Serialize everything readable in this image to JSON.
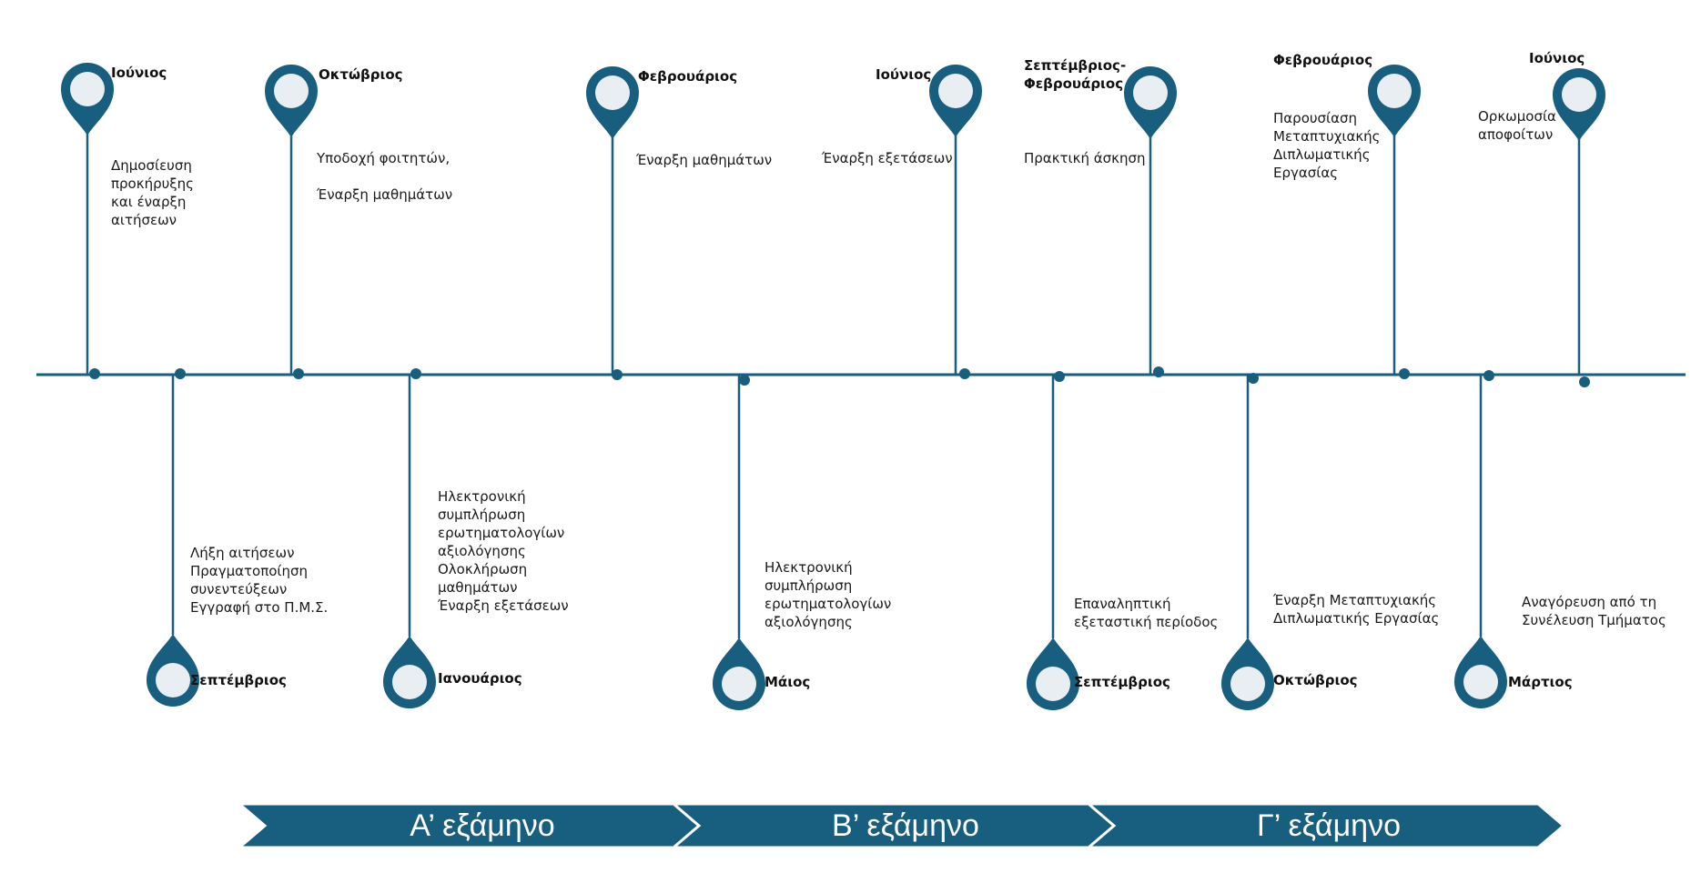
{
  "colors": {
    "accent": "#175e7f",
    "pin_inner": "#e8eef2",
    "background": "#ffffff"
  },
  "top_events": [
    {
      "month": "Ιούνιος",
      "lines": [
        "Δημοσίευση",
        "προκήρυξης",
        "και έναρξη",
        "αιτήσεων"
      ]
    },
    {
      "month": "Οκτώβριος",
      "lines": [
        "Υποδοχή φοιτητών,",
        "",
        "Έναρξη μαθημάτων"
      ]
    },
    {
      "month": "Φεβρουάριος",
      "lines": [
        "Έναρξη μαθημάτων"
      ]
    },
    {
      "month": "Ιούνιος",
      "lines": [
        "Έναρξη εξετάσεων"
      ]
    },
    {
      "month": "Σεπτέμβριος-\nΦεβρουάριος",
      "lines": [
        "Πρακτική άσκηση"
      ]
    },
    {
      "month": "Φεβρουάριος",
      "lines": [
        "Παρουσίαση",
        "Μεταπτυχιακής",
        "Διπλωματικής",
        "Εργασίας"
      ]
    },
    {
      "month": "Ιούνιος",
      "lines": [
        "Ορκωμοσία",
        "αποφοίτων"
      ]
    }
  ],
  "bottom_events": [
    {
      "month": "Σεπτέμβριος",
      "lines": [
        "Λήξη αιτήσεων",
        "Πραγματοποίηση",
        "συνεντεύξεων",
        "Εγγραφή στο Π.Μ.Σ."
      ]
    },
    {
      "month": "Ιανουάριος",
      "lines": [
        "Ηλεκτρονική",
        "συμπλήρωση",
        "ερωτηματολογίων",
        "αξιολόγησης",
        "Ολοκλήρωση",
        "μαθημάτων",
        "Έναρξη εξετάσεων"
      ]
    },
    {
      "month": "Μάιος",
      "lines": [
        "Ηλεκτρονική",
        "συμπλήρωση",
        "ερωτηματολογίων",
        "αξιολόγησης"
      ]
    },
    {
      "month": "Σεπτέμβριος",
      "lines": [
        "Επαναληπτική",
        "εξεταστική περίοδος"
      ]
    },
    {
      "month": "Οκτώβριος",
      "lines": [
        "Έναρξη  Μεταπτυχιακής",
        "Διπλωματικής Εργασίας"
      ]
    },
    {
      "month": "Μάρτιος",
      "lines": [
        "Αναγόρευση από τη",
        "Συνέλευση Τμήματος"
      ]
    }
  ],
  "semesters": [
    "Α’ εξάμηνο",
    "Β’ εξάμηνο",
    "Γ’ εξάμηνο"
  ]
}
